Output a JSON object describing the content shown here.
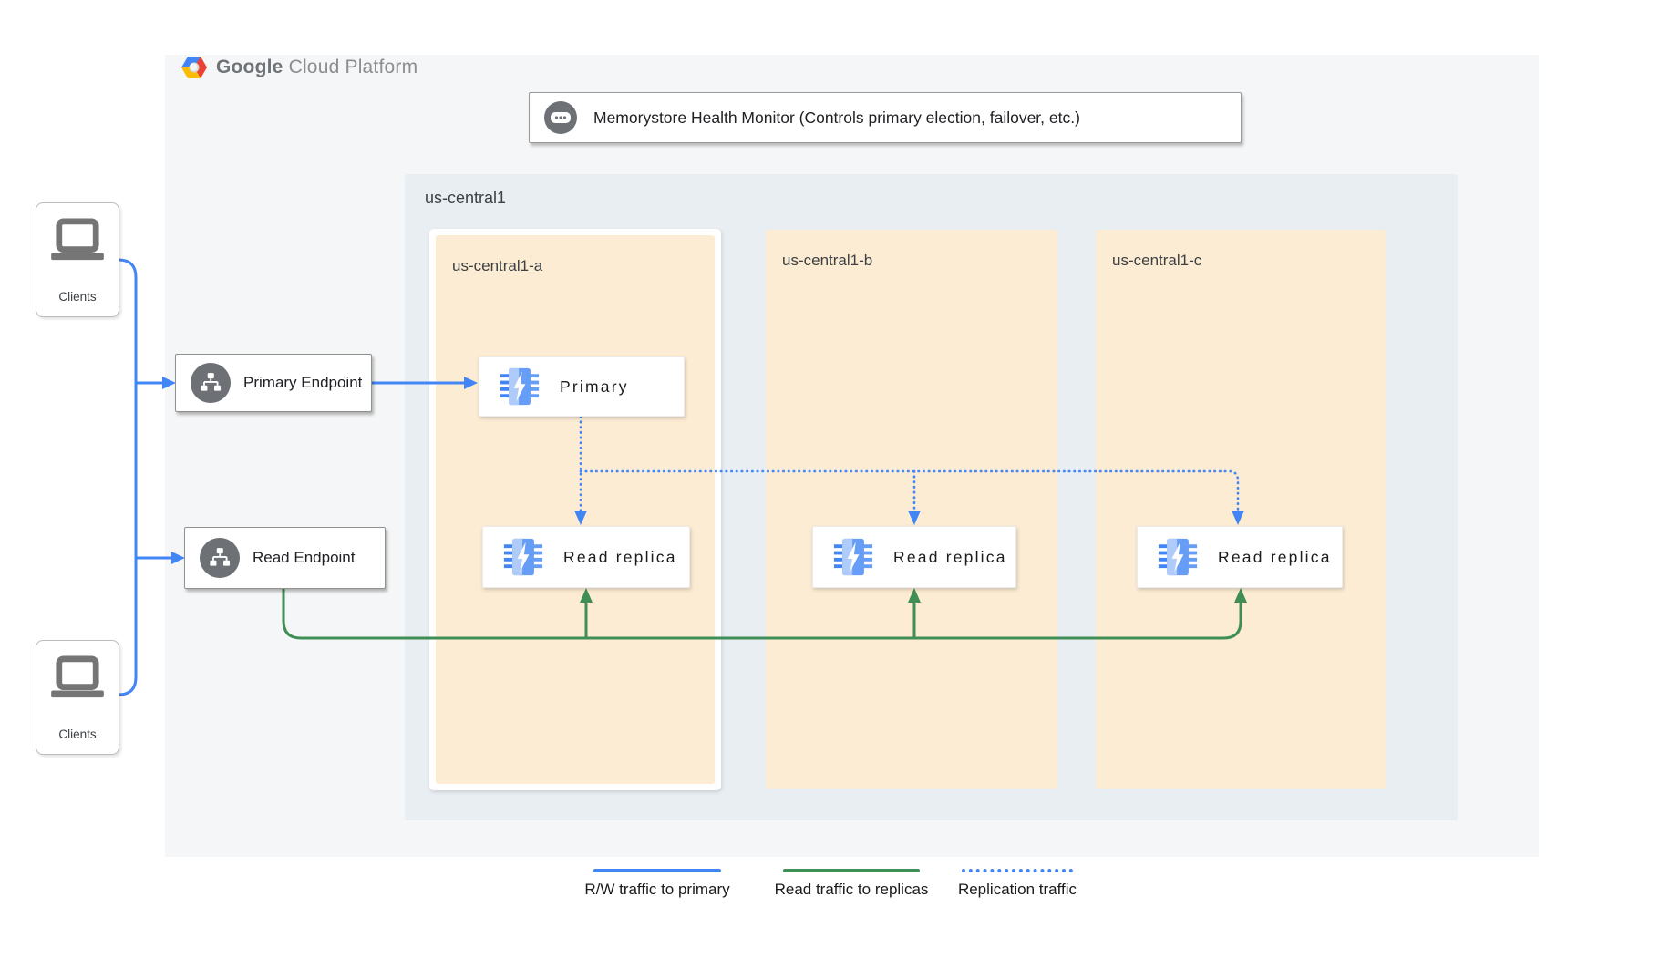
{
  "brand": {
    "name_bold": "Google",
    "name_light": "Cloud Platform"
  },
  "health_monitor": {
    "label": "Memorystore Health Monitor (Controls primary election, failover, etc.)"
  },
  "region": {
    "label": "us-central1"
  },
  "zones": {
    "a": {
      "label": "us-central1-a"
    },
    "b": {
      "label": "us-central1-b"
    },
    "c": {
      "label": "us-central1-c"
    }
  },
  "nodes": {
    "primary": {
      "label": "Primary"
    },
    "replica_a": {
      "label": "Read replica"
    },
    "replica_b": {
      "label": "Read replica"
    },
    "replica_c": {
      "label": "Read replica"
    }
  },
  "endpoints": {
    "primary": {
      "label": "Primary Endpoint"
    },
    "read": {
      "label": "Read Endpoint"
    }
  },
  "clients": {
    "top": {
      "label": "Clients"
    },
    "bottom": {
      "label": "Clients"
    }
  },
  "legend": {
    "rw": {
      "label": "R/W traffic to primary",
      "color": "#4285f4",
      "style": "solid"
    },
    "read": {
      "label": "Read traffic to replicas",
      "color": "#3f8e55",
      "style": "solid"
    },
    "replication": {
      "label": "Replication traffic",
      "color": "#4285f4",
      "style": "dotted"
    }
  },
  "colors": {
    "container_bg": "#f5f6f7",
    "region_bg": "#e9eef3",
    "zone_bg": "#fcecd4",
    "blue": "#4285f4",
    "green": "#3f8e55",
    "icon_gray": "#6d7175"
  }
}
